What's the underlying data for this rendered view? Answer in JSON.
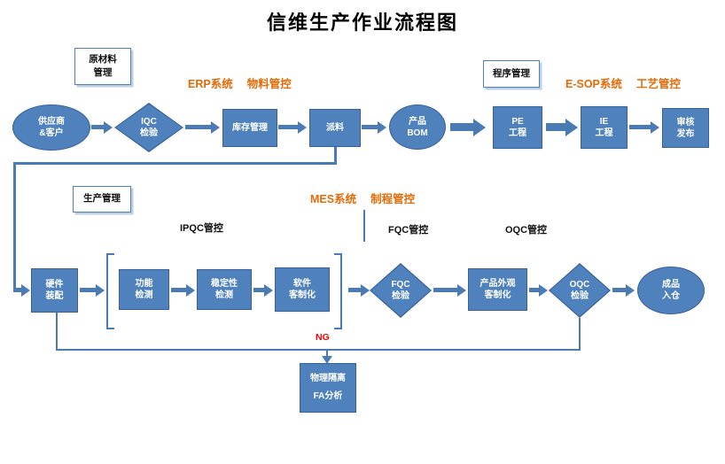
{
  "title": "信维生产作业流程图",
  "tags": {
    "material": "原材料\n管理",
    "program": "程序管理",
    "production": "生产管理"
  },
  "systems": {
    "erp": {
      "name": "ERP系统",
      "desc": "物料管控"
    },
    "esop": {
      "name": "E-SOP系统",
      "desc": "工艺管控"
    },
    "mes": {
      "name": "MES系统",
      "desc": "制程管控"
    }
  },
  "stage_labels": {
    "ipqc": "IPQC管控",
    "fqc": "FQC管控",
    "oqc": "OQC管控"
  },
  "nodes": {
    "supplier": "供应商\n&客户",
    "iqc": "IQC\n检验",
    "inventory": "库存管理",
    "dispatch": "派料",
    "bom": "产品\nBOM",
    "pe": "PE\n工程",
    "ie": "IE\n工程",
    "audit": "审核\n发布",
    "assembly": "硬件\n装配",
    "function_test": "功能\n检测",
    "stability_test": "稳定性\n检测",
    "software_custom": "软件\n客制化",
    "fqc_check": "FQC\n检验",
    "appearance_custom": "产品外观\n客制化",
    "oqc_check": "OQC\n检验",
    "warehouse": "成品\n入仓"
  },
  "ng_label": "NG",
  "isolation": "物理隔离\nFA分析",
  "colors": {
    "shape_fill": "#4f81bd",
    "shape_border": "#38619c",
    "connector": "#4a7bb5",
    "accent_orange": "#e36c0a",
    "ng_red": "#ff0000"
  }
}
